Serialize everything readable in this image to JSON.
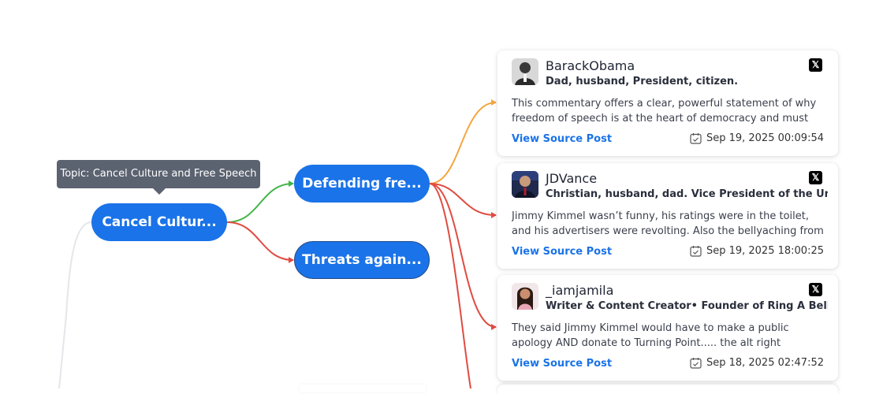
{
  "tooltip": {
    "text": "Topic: Cancel Culture and Free Speech"
  },
  "nodes": {
    "root": "Cancel Cultur...",
    "branch1": "Defending fre...",
    "branch2": "Threats again..."
  },
  "colors": {
    "node_blue": "#1a73e8",
    "edge_green": "#43b549",
    "edge_red": "#e04b41",
    "edge_orange": "#f5a540",
    "edge_gray": "#e4e6ea",
    "link_blue": "#1a73e8"
  },
  "cards": [
    {
      "username": "BarackObama",
      "bio": "Dad, husband, President, citizen.",
      "text": "This commentary offers a clear, powerful statement of why freedom of speech is at the heart of democracy and must be...",
      "link_label": "View Source Post",
      "date": "Sep 19, 2025 00:09:54",
      "platform_icon": "x-logo-icon"
    },
    {
      "username": "JDVance",
      "bio": "Christian, husband, dad. Vice President of the United S...",
      "text": "Jimmy Kimmel wasn’t funny, his ratings were in the toilet, and his advertisers were revolting. Also the bellyaching from the...",
      "link_label": "View Source Post",
      "date": "Sep 19, 2025 18:00:25",
      "platform_icon": "x-logo-icon"
    },
    {
      "username": "_iamjamila",
      "bio": "Writer & Content Creator• Founder of Ring A Bell Prod...",
      "text": "They said Jimmy Kimmel would have to make a public apology AND donate to Turning Point..... the alt right “Christian” org...",
      "link_label": "View Source Post",
      "date": "Sep 18, 2025 02:47:52",
      "platform_icon": "x-logo-icon"
    }
  ]
}
